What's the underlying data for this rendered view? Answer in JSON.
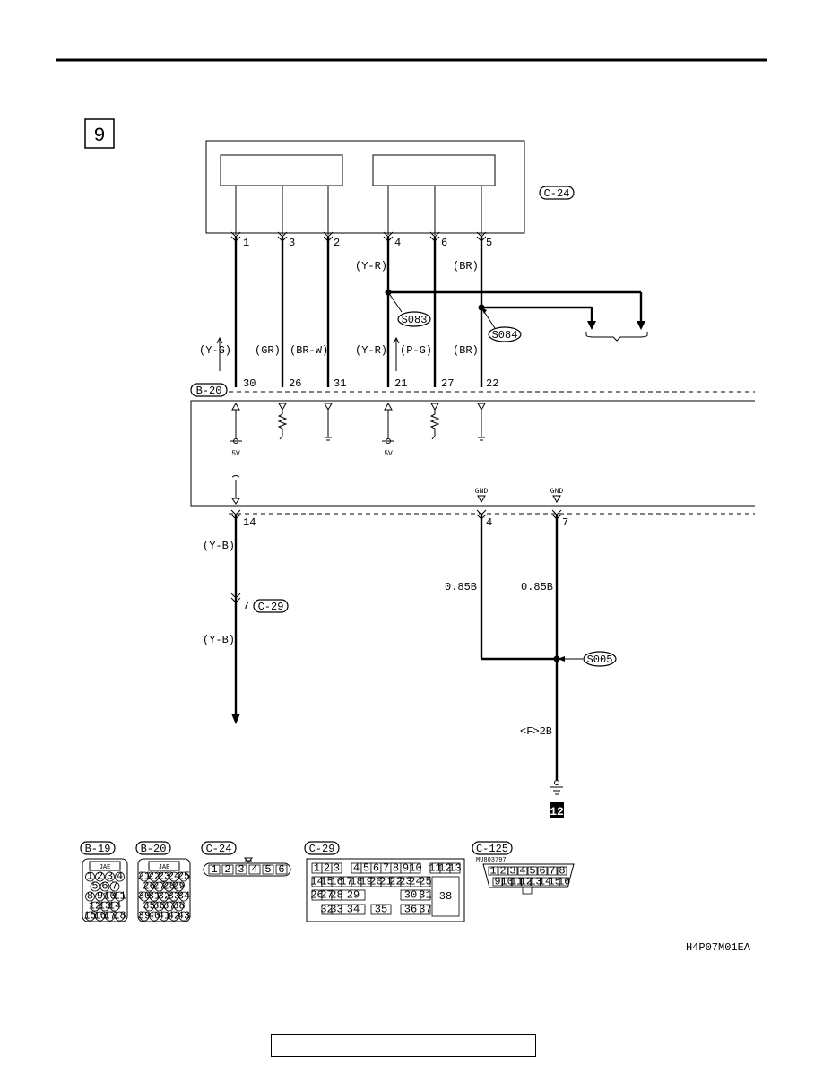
{
  "section_number": "9",
  "ground_number": "12",
  "figure_code": "H4P07M01EA",
  "connectors": {
    "c24": "C-24",
    "b20": "B-20",
    "c29": "C-29",
    "b19": "B-19",
    "c125": "C-125"
  },
  "splices": {
    "s083": "S083",
    "s084": "S084",
    "s005": "S005"
  },
  "top_pins": [
    "1",
    "3",
    "2",
    "4",
    "6",
    "5"
  ],
  "upper_wire_colors": [
    "(Y-R)",
    "(BR)"
  ],
  "mid_wire_colors": [
    "(Y-G)",
    "(GR)",
    "(BR-W)",
    "(Y-R)",
    "(P-G)",
    "(BR)"
  ],
  "ecu_top_pins": [
    "30",
    "26",
    "31",
    "21",
    "27",
    "22"
  ],
  "voltage_labels": [
    "5V",
    "5V"
  ],
  "gnd_labels": [
    "GND",
    "GND"
  ],
  "ecu_bottom_pins": [
    "14",
    "4",
    "7"
  ],
  "lower_left": {
    "color1": "(Y-B)",
    "pin": "7",
    "color2": "(Y-B)"
  },
  "ground_wires": {
    "left": "0.85B",
    "right": "0.85B",
    "ground_ref": "<F>2B"
  },
  "views": {
    "jae1": "JAE",
    "jae2": "JAE",
    "b19_pins": [
      "1",
      "2",
      "3",
      "4",
      "5",
      "6",
      "7",
      "8",
      "9",
      "10",
      "11",
      "12",
      "13",
      "14",
      "15",
      "16",
      "17",
      "18"
    ],
    "b20_pins": [
      "21",
      "22",
      "23",
      "24",
      "25",
      "26",
      "27",
      "28",
      "29",
      "30",
      "31",
      "32",
      "33",
      "34",
      "35",
      "36",
      "37",
      "38",
      "39",
      "40",
      "41",
      "42",
      "43"
    ],
    "c24_pins": [
      "1",
      "2",
      "3",
      "4",
      "5",
      "6"
    ],
    "c29_row1": [
      "1",
      "2",
      "3",
      "4",
      "5",
      "6",
      "7",
      "8",
      "9",
      "10",
      "11",
      "12",
      "13"
    ],
    "c29_row2": [
      "14",
      "15",
      "16",
      "17",
      "18",
      "19",
      "20",
      "21",
      "22",
      "23",
      "24",
      "25"
    ],
    "c29_row3": [
      "26",
      "27",
      "28",
      "29",
      "30",
      "31"
    ],
    "c29_row4": [
      "32",
      "33",
      "34",
      "35",
      "36",
      "37"
    ],
    "c29_big": "38",
    "c125_part": "MU803797",
    "c125_row1": [
      "1",
      "2",
      "3",
      "4",
      "5",
      "6",
      "7",
      "8"
    ],
    "c125_row2": [
      "9",
      "10",
      "11",
      "12",
      "13",
      "14",
      "15",
      "16"
    ]
  }
}
